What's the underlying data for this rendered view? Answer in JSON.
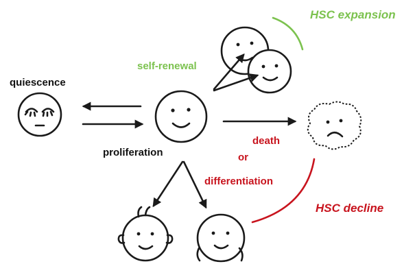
{
  "labels": {
    "quiescence": "quiescence",
    "proliferation": "proliferation",
    "self_renewal": "self-renewal",
    "hsc_expansion": "HSC expansion",
    "death": "death",
    "or": "or",
    "differentiation": "differentiation",
    "hsc_decline": "HSC decline"
  },
  "colors": {
    "ink": "#1a1a1a",
    "green": "#7cc24f",
    "red": "#c8141e"
  }
}
